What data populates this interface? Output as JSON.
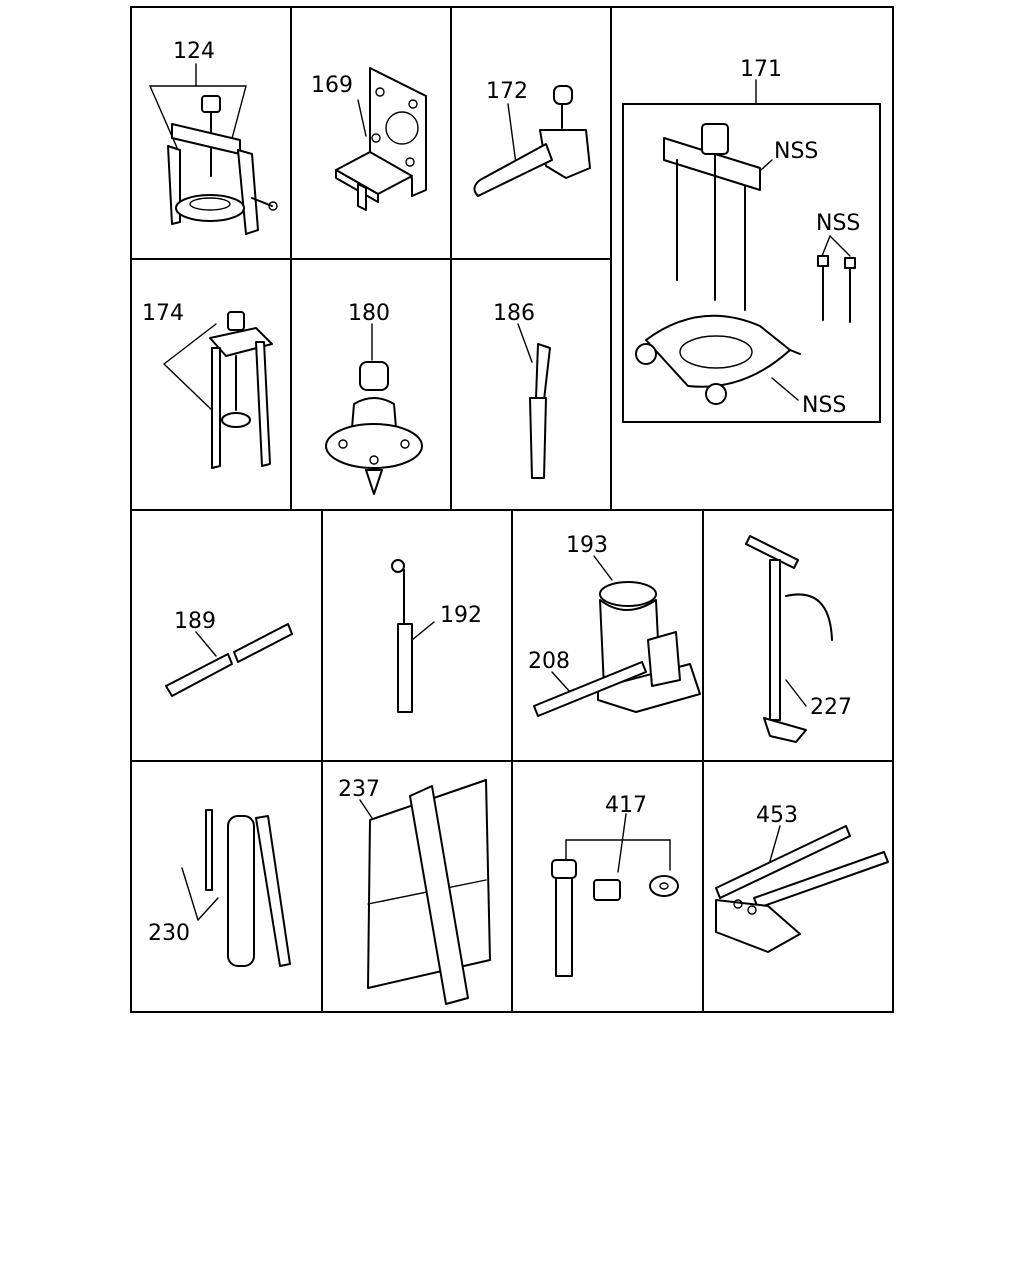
{
  "parts": {
    "p124": "124",
    "p169": "169",
    "p172": "172",
    "p171": "171",
    "p174": "174",
    "p180": "180",
    "p186": "186",
    "p189": "189",
    "p192": "192",
    "p193": "193",
    "p208": "208",
    "p227": "227",
    "p230": "230",
    "p237": "237",
    "p417": "417",
    "p453": "453"
  },
  "notes": {
    "nss_top": "NSS",
    "nss_bolts": "NSS",
    "nss_bottom": "NSS"
  }
}
